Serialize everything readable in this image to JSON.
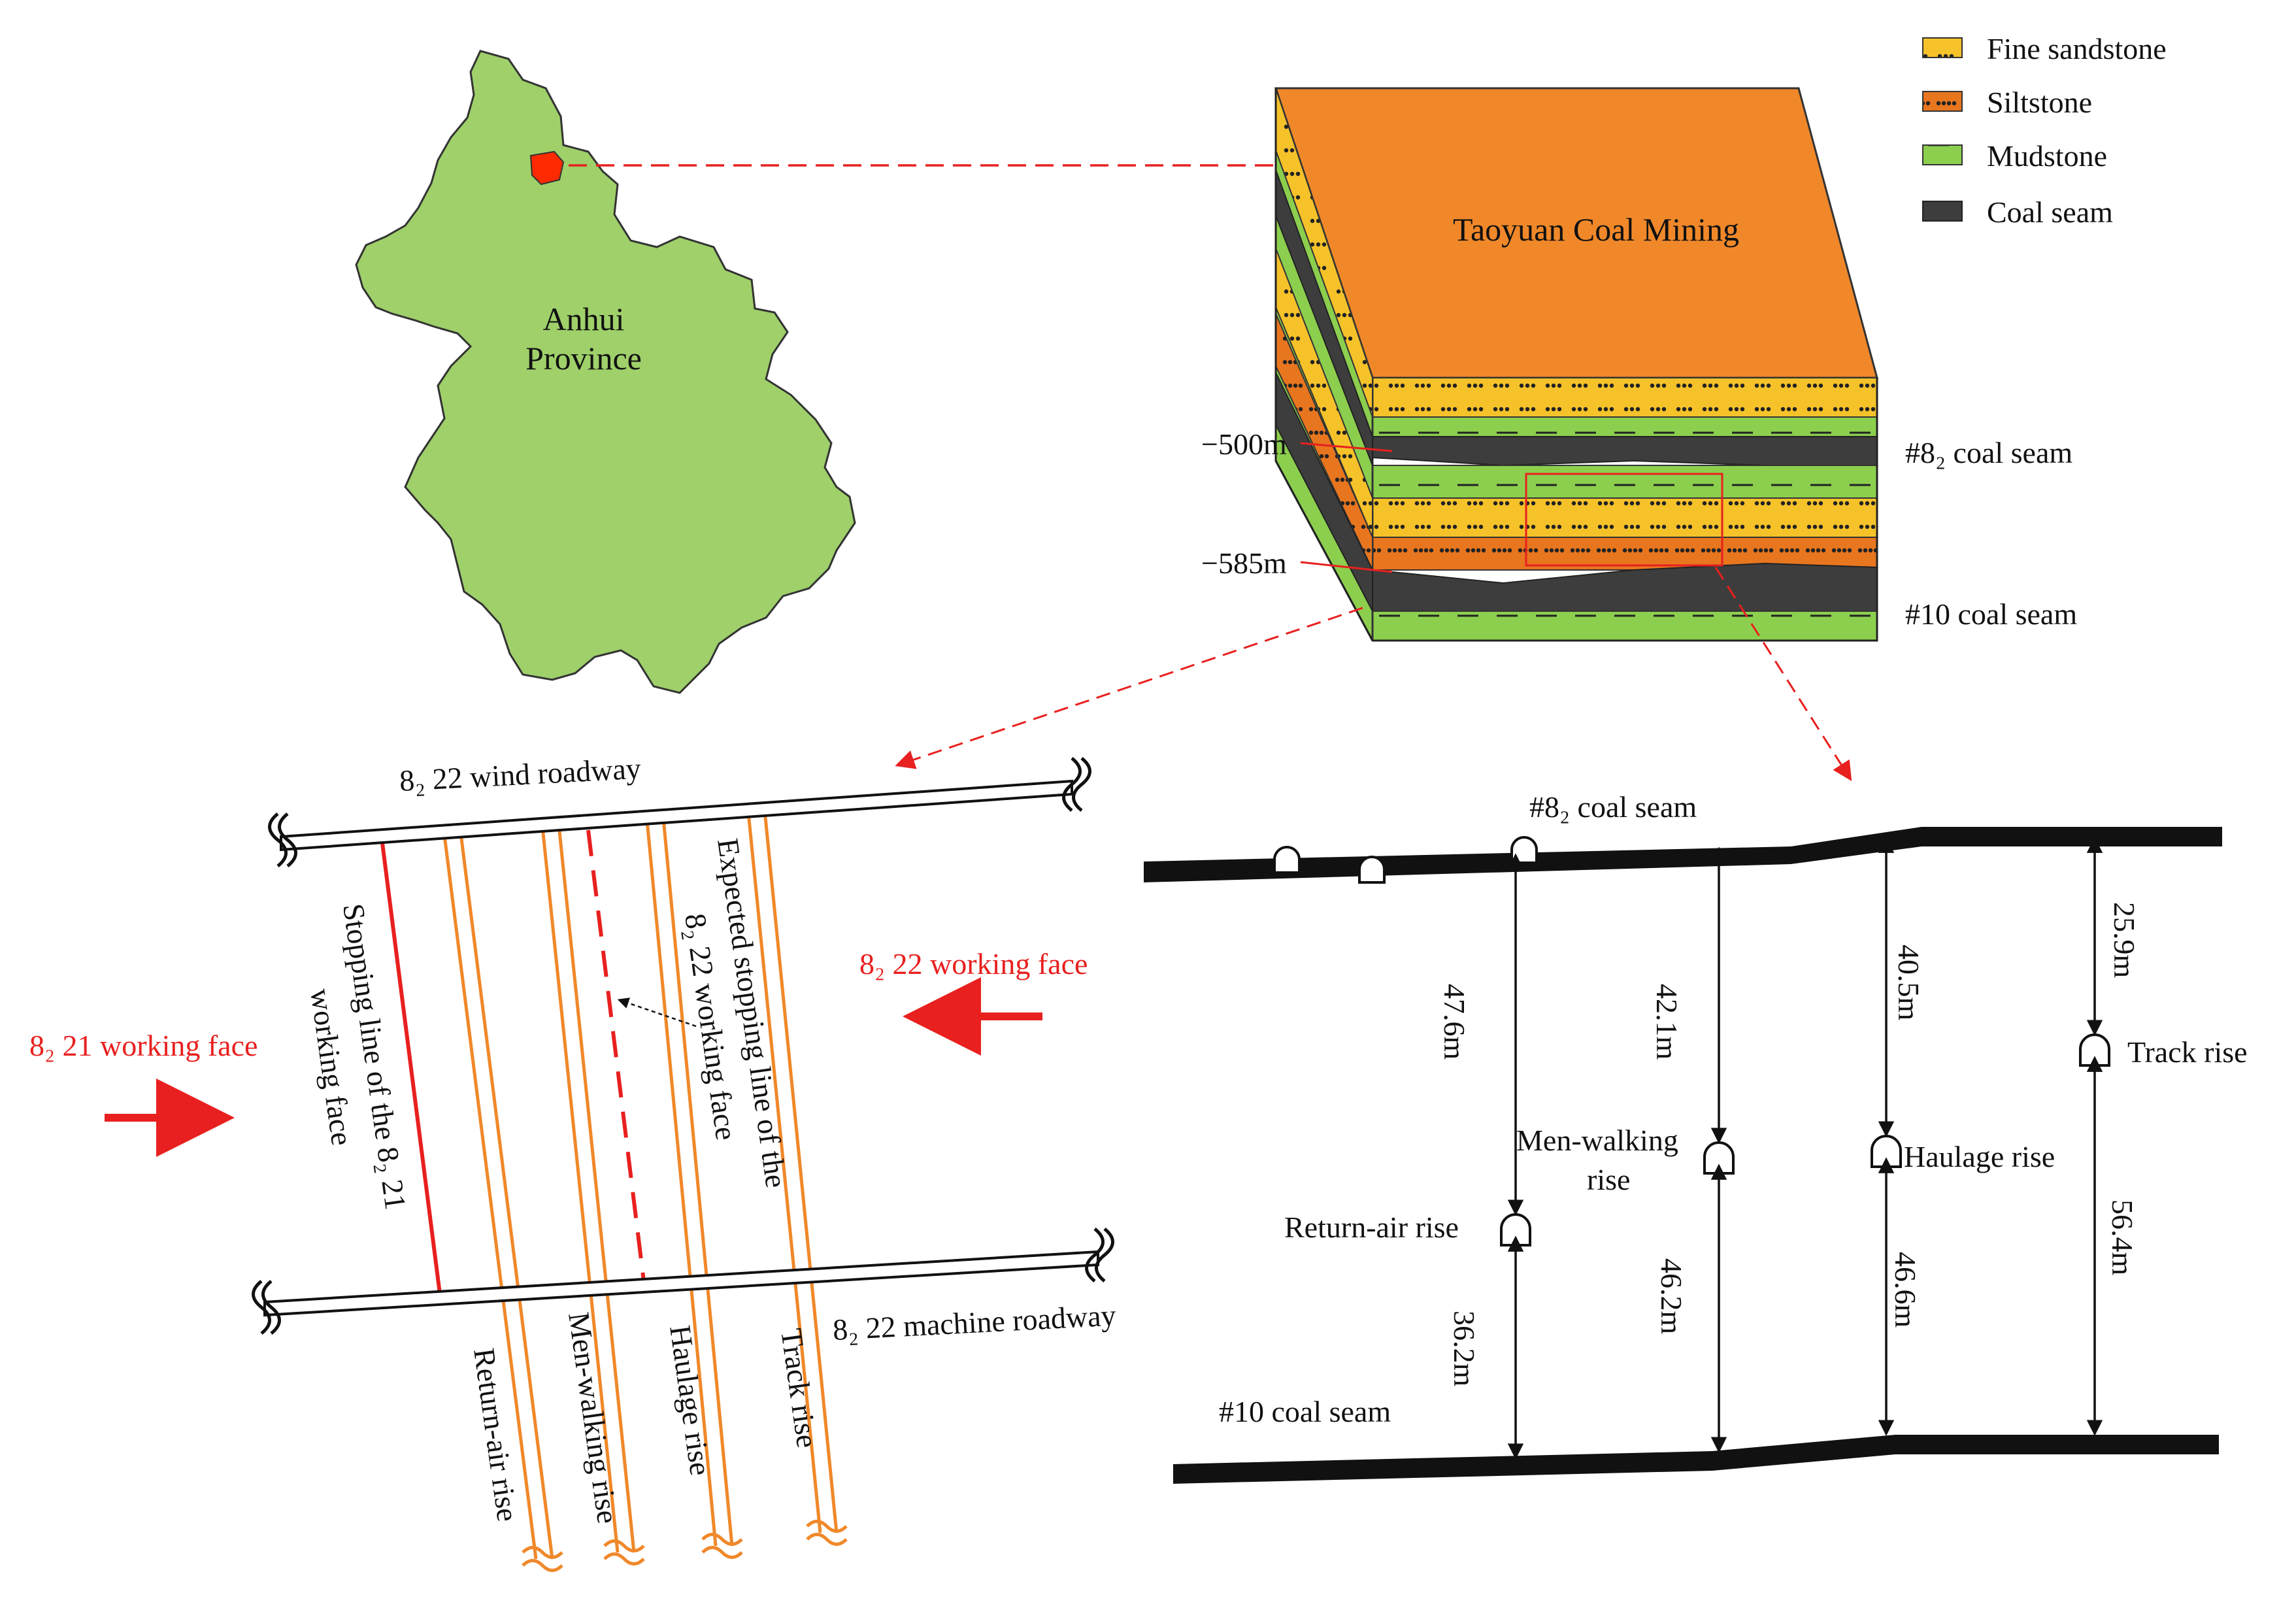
{
  "map": {
    "province_name_line1": "Anhui",
    "province_name_line2": "Province",
    "province_color": "#9fd06a",
    "site_color": "#ff2a00"
  },
  "block": {
    "title": "Taoyuan Coal Mining",
    "depth_upper": "−500m",
    "depth_lower": "−585m",
    "seam_upper": "#8₂ coal seam",
    "seam_lower": "#10 coal seam"
  },
  "legend": {
    "items": [
      {
        "label": "Fine sandstone",
        "color": "#f5c22a",
        "pattern": "dots"
      },
      {
        "label": "Siltstone",
        "color": "#e8761f",
        "pattern": "dots"
      },
      {
        "label": "Mudstone",
        "color": "#8ccf4e",
        "pattern": "dash"
      },
      {
        "label": "Coal seam",
        "color": "#3d3d3d",
        "pattern": "none"
      }
    ]
  },
  "plan": {
    "wind_roadway": "8₂ 22 wind roadway",
    "machine_roadway": "8₂ 22 machine roadway",
    "face_8221": "8₂ 21 working face",
    "face_8222": "8₂ 22 working face",
    "stopping_8221": "Stopping line of the 8₂ 21 working face",
    "stopping_8221_l1": "Stopping line of the 8₂ 21",
    "stopping_8221_l2": "working face",
    "expected_8222_l1": "Expected stopping line of the",
    "expected_8222_l2": "8₂ 22 working face",
    "rises": [
      "Return-air rise",
      "Men-walking rise",
      "Haulage rise",
      "Track rise"
    ],
    "colors": {
      "rise": "#f0882a",
      "red": "#e8201f"
    }
  },
  "section": {
    "seam_upper": "#8₂ coal seam",
    "seam_lower": "#10 coal seam",
    "return_air": "Return-air rise",
    "men_walking_l1": "Men-walking",
    "men_walking_l2": "rise",
    "haulage": "Haulage rise",
    "track": "Track rise",
    "distances": {
      "return_air_up": "47.6m",
      "return_air_down": "36.2m",
      "men_walking_up": "42.1m",
      "men_walking_down": "46.2m",
      "haulage_up": "40.5m",
      "haulage_down": "46.6m",
      "track_up": "25.9m",
      "track_down": "56.4m"
    }
  }
}
